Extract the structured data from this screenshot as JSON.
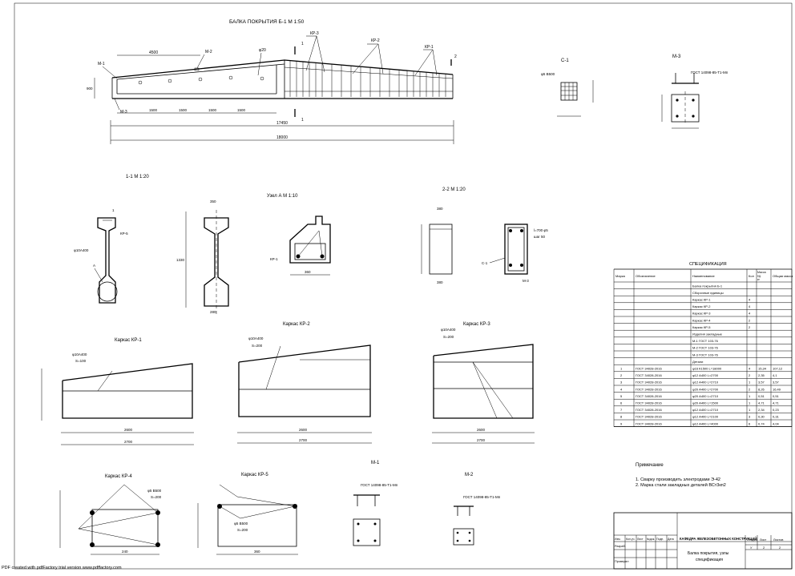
{
  "titles": {
    "beam": "БАЛКА ПОКРЫТИЯ Б-1 М 1:50",
    "c1": "С-1",
    "m3": "М-3",
    "s11": "1-1 М 1:20",
    "nodeA": "Узел А М 1:10",
    "s22": "2-2 М 1:20",
    "kr1": "Каркас КР-1",
    "kr2": "Каркас КР-2",
    "kr3": "Каркас КР-3",
    "kr4": "Каркас КР-4",
    "kr5": "Каркас КР-5",
    "m1": "М-1",
    "m2": "М-2"
  },
  "labels": {
    "kr3": "КР-3",
    "kr2": "КР-2",
    "kr1": "КР-1",
    "m1": "М-1",
    "m2": "М-2",
    "m3": "М-3",
    "phi20": "φ20",
    "n1": "1",
    "n2": "2",
    "gost_m": "ГОСТ 14098-85-Т1-Мп",
    "c1_bar": "φ5 В500",
    "kr5_label": "КР-5",
    "phi10": "φ10А400",
    "ln": "l=700 φ5",
    "shag": "шаг 50",
    "ka": "А",
    "kc1": "С-1",
    "kr1_l1": "φ10А400",
    "kr1_l2": "S=100",
    "kr2_l1": "φ10А400",
    "kr2_l2": "S=200",
    "kr3_l1": "φ10А400",
    "kr3_l2": "S=200",
    "kr4_l1": "φ5 В500",
    "kr4_l2": "S=200",
    "kr5_l1": "φ5 В500",
    "kr5_l2": "S=200"
  },
  "dims": {
    "d4500": "4500",
    "d1500a": "1500",
    "d1500b": "1500",
    "d1500c": "1500",
    "d1500d": "1500",
    "d17450": "17450",
    "d18000": "18000",
    "d900": "900",
    "d350": "350",
    "d280": "280",
    "d1330": "1330",
    "d380": "380",
    "d2600": "2600",
    "d2700": "2700",
    "d240": "240",
    "d360": "360"
  },
  "spec": {
    "title": "СПЕЦИФИКАЦИЯ",
    "headers": [
      "Марка",
      "Обозначение",
      "Наименование",
      "Кол",
      "Масса ед. кг",
      "Общая масса"
    ],
    "rows": [
      [
        "",
        "",
        "Балка покрытия Б-1",
        "",
        "",
        ""
      ],
      [
        "",
        "",
        "Сборочные единицы",
        "",
        "",
        ""
      ],
      [
        "",
        "",
        "Каркас КР-1",
        "4",
        "",
        ""
      ],
      [
        "",
        "",
        "Каркас КР-2",
        "4",
        "",
        ""
      ],
      [
        "",
        "",
        "Каркас КР-3",
        "4",
        "",
        ""
      ],
      [
        "",
        "",
        "Каркас КР-4",
        "2",
        "",
        ""
      ],
      [
        "",
        "",
        "Каркас КР-5",
        "2",
        "",
        ""
      ],
      [
        "",
        "",
        "Изделия закладные",
        "",
        "",
        ""
      ],
      [
        "",
        "",
        "М-1 ГОСТ 103-76",
        "",
        "",
        ""
      ],
      [
        "",
        "",
        "М-2 ГОСТ 103-76",
        "",
        "",
        ""
      ],
      [
        "",
        "",
        "М-3 ГОСТ 103-76",
        "",
        "",
        ""
      ],
      [
        "",
        "",
        "Детали",
        "",
        "",
        ""
      ],
      [
        "1",
        "ГОСТ 34028-2016",
        "φ16 К1500 L=18000",
        "4",
        "15,34",
        "107,12"
      ],
      [
        "2",
        "ГОСТ 34028-2016",
        "φ12 А400 L=2700",
        "2",
        "2,35",
        "4,1"
      ],
      [
        "3",
        "ГОСТ 34028-2016",
        "φ12 А400 L=2710",
        "1",
        "3,57",
        "3,57"
      ],
      [
        "4",
        "ГОСТ 34028-2016",
        "φ20 А400 L=2700",
        "2",
        "8,26",
        "16,49"
      ],
      [
        "5",
        "ГОСТ 34028-2016",
        "φ20 А400 L=2710",
        "1",
        "0,51",
        "0,51"
      ],
      [
        "6",
        "ГОСТ 34028-2016",
        "φ20 А400 L=1500",
        "1",
        "4,71",
        "4,71"
      ],
      [
        "7",
        "ГОСТ 34028-2016",
        "φ12 А400 L=2710",
        "1",
        "2,34",
        "0,23"
      ],
      [
        "8",
        "ГОСТ 34028-2016",
        "φ12 А400 L=2100",
        "3",
        "0,30",
        "0,31"
      ],
      [
        "9",
        "ГОСТ 34028-2016",
        "φ12 А400 L=4000",
        "6",
        "0,74",
        "4,04"
      ]
    ]
  },
  "notes": {
    "title": "Примечание",
    "line1": "1. Сварку производить электродами Э-42",
    "line2": "2. Марка стали закладных деталей ВСт3кп2"
  },
  "stamp": {
    "org": "КАФЕДРА ЖЕЛЕЗОБЕТОННЫХ КОНСТРУКЦИЙ",
    "doc1": "Балка покрытия, узлы",
    "doc2": "спецификация",
    "h1": "Изм.",
    "h2": "Кол.уч.",
    "h3": "Лист",
    "h4": "№док.",
    "h5": "Подп.",
    "h6": "Дата",
    "r1": "Разраб.",
    "r2": "Проверил",
    "stage": "Стадия",
    "sheet": "Лист",
    "sheets": "Листов",
    "stage_v": "У",
    "sheet_v": "2",
    "sheets_v": "2"
  },
  "footer": "PDF created with pdfFactory trial version www.pdffactory.com"
}
